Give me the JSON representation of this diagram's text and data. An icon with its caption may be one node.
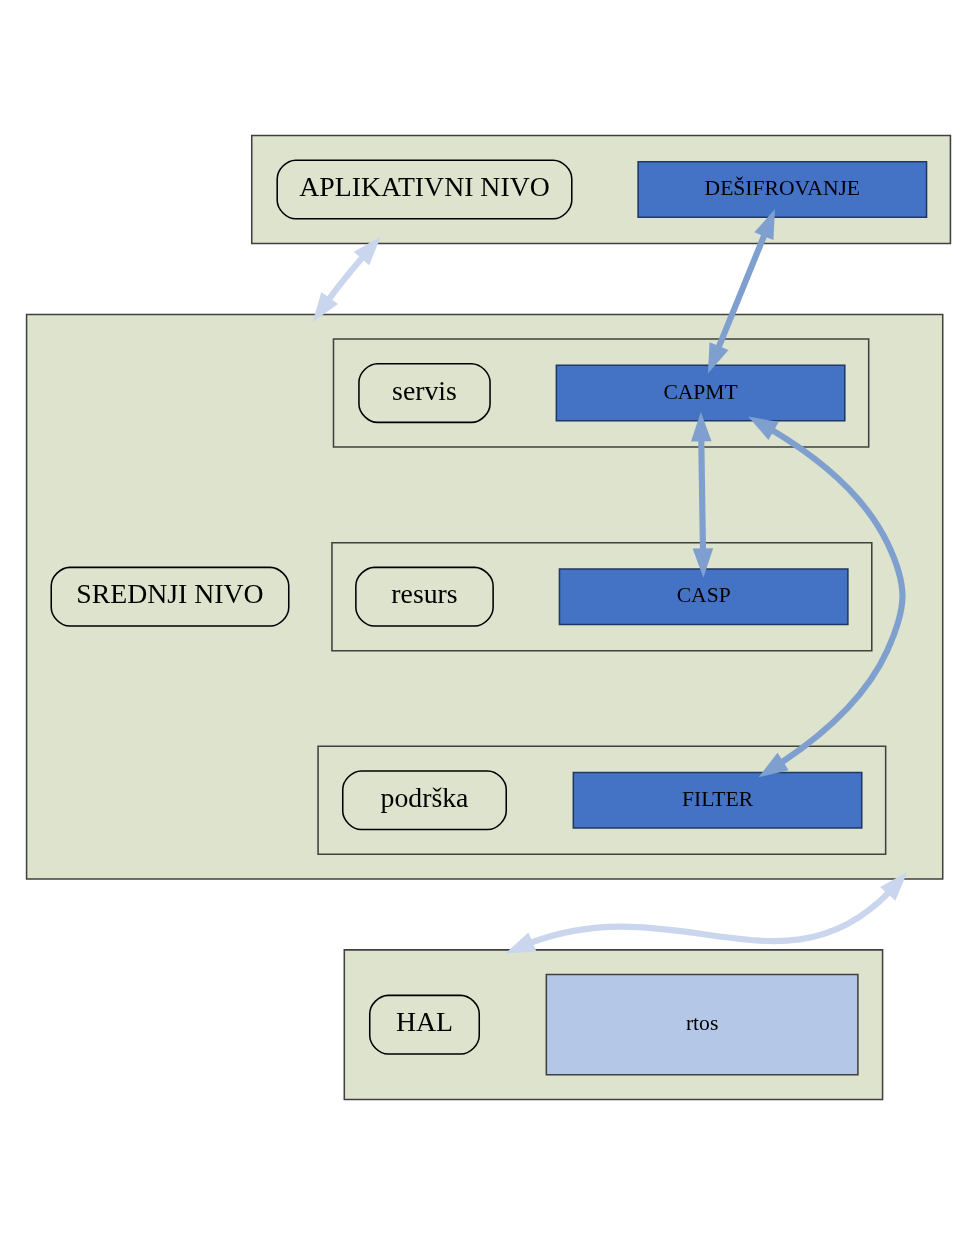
{
  "diagram": {
    "nodes": [
      {
        "text": [],
        "shape": "box"
      },
      {
        "text": [
          "APLIKATIVNI NIVO"
        ],
        "in": 0
      },
      {
        "text": [
          "DEŠIFROVANJE"
        ],
        "in": 0
      },
      {
        "text": [],
        "shape": "box"
      },
      {
        "text": [
          "SREDNJI NIVO"
        ],
        "in": 3
      },
      {
        "text": [],
        "shape": "box",
        "in": 3
      },
      {
        "text": [
          "servis"
        ],
        "in": 5
      },
      {
        "text": [
          "CAPMT"
        ],
        "in": 5
      },
      {
        "text": [],
        "shape": "box",
        "in": 3
      },
      {
        "text": [
          "resurs"
        ],
        "in": 8
      },
      {
        "text": [
          "CASP"
        ],
        "in": 8
      },
      {
        "text": [],
        "shape": "box",
        "in": 3
      },
      {
        "text": [
          "podrška"
        ],
        "in": 11
      },
      {
        "text": [
          "FILTER"
        ],
        "in": 11
      },
      {
        "text": [],
        "shape": "box"
      },
      {
        "text": [
          "HAL"
        ],
        "in": 14
      },
      {
        "text": [
          "rtos"
        ],
        "in": 14
      }
    ],
    "edges": [
      {
        "from": 0,
        "to": 3,
        "arrow": "both",
        "color": "#c9d6ee"
      },
      {
        "from": 2,
        "to": 7,
        "arrow": "both"
      },
      {
        "from": 7,
        "to": 10,
        "arrow": "both"
      },
      {
        "from": 7,
        "to": 13,
        "arrow": "both"
      },
      {
        "from": 3,
        "to": 14,
        "arrow": "both",
        "color": "#c9d6ee"
      }
    ]
  }
}
